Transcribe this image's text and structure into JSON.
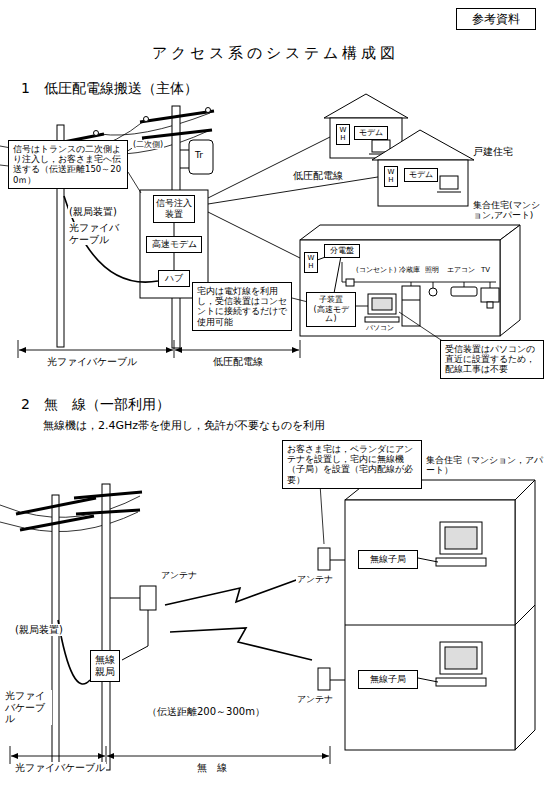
{
  "diagram": {
    "title": "アクセス系のシステム構成図",
    "nodes": [
      {
        "text": [
          "参考資料"
        ]
      },
      {
        "text": [
          "信号はトランスの二次側より注入し，お客さま宅へ伝送する（伝送距離150～200ｍ）"
        ]
      },
      {
        "text": [
          "信号注入装置"
        ]
      },
      {
        "text": [
          "高速モデム"
        ]
      },
      {
        "text": [
          "ハブ"
        ]
      },
      {
        "text": [
          "W H"
        ]
      },
      {
        "text": [
          "モデム"
        ]
      },
      {
        "text": [
          "W H"
        ]
      },
      {
        "text": [
          "モデム"
        ]
      },
      {
        "text": [
          "W H"
        ]
      },
      {
        "text": [
          "分電盤"
        ]
      },
      {
        "text": [
          "宅内は電灯線を利用し，受信装置はコンセントに接続するだけで使用可能"
        ]
      },
      {
        "text": [
          "子装置",
          "(高速モデム)"
        ]
      },
      {
        "text": [
          "受信装置はパソコンの直近に設置するため，配線工事は不要"
        ]
      },
      {
        "text": [
          "お客さま宅は，ベランダにアンテナを設置し，宅内に無線機（子局）を設置（宅内配線が必要）"
        ]
      },
      {
        "text": [
          "無線親局"
        ]
      },
      {
        "text": [
          "無線子局"
        ]
      },
      {
        "text": [
          "無線子局"
        ]
      }
    ],
    "edges": [
      {
        "from": 2,
        "to": 3,
        "arrow": "none"
      },
      {
        "from": 3,
        "to": 4,
        "arrow": "none"
      },
      {
        "from": 9,
        "to": 10,
        "arrow": "none"
      },
      {
        "from": 10,
        "to": 12,
        "arrow": "none"
      }
    ],
    "labels": [
      "1　低圧配電線搬送（主体）",
      "(二次側)",
      "Tr",
      "(親局装置)",
      "光ファイバケーブル",
      "戸建住宅",
      "低圧配電線",
      "集合住宅(マンション,アパート)",
      "(コンセント)",
      "パソコン",
      "冷蔵庫",
      "照明",
      "エアコン",
      "TV",
      "光ファイバケーブル",
      "低圧配電線",
      "2　無　線（一部利用）",
      "無線機は，2.4GHz帯を使用し，免許が不要なものを利用",
      "集合住宅（マンション，アパート）",
      "アンテナ",
      "アンテナ",
      "アンテナ",
      "(親局装置)",
      "光ファイバケーブル",
      "（伝送距離200～300m）",
      "光ファイバケーブル",
      "無　線"
    ]
  }
}
